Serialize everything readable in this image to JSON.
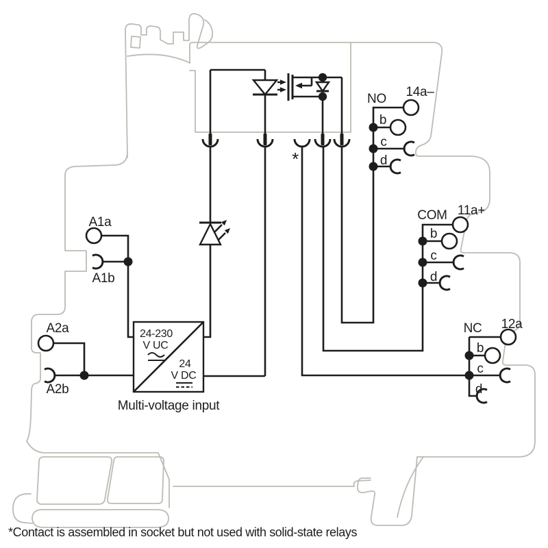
{
  "footnote": "*Contact is assembled in socket but not used with solid-state relays",
  "asterisk_marker": "*",
  "power_supply": {
    "range_line1": "24-230",
    "range_line2": "V UC",
    "out_line1": "24",
    "out_line2": "V DC",
    "caption": "Multi-voltage input"
  },
  "input_terminals": {
    "a1a": "A1a",
    "a1b": "A1b",
    "a2a": "A2a",
    "a2b": "A2b"
  },
  "contact_groups": {
    "no": {
      "name": "NO",
      "terminal_label": "14a–",
      "row_b": "b",
      "row_c": "c",
      "row_d": "d"
    },
    "com": {
      "name": "COM",
      "terminal_label": "11a+",
      "row_b": "b",
      "row_c": "c",
      "row_d": "d"
    },
    "nc": {
      "name": "NC",
      "terminal_label": "12a",
      "row_b": "b",
      "row_c": "c",
      "row_d": "d"
    }
  },
  "colors": {
    "circuit": "#1d1d1b",
    "housing_outline": "#bcbbb4",
    "background": "#ffffff"
  }
}
